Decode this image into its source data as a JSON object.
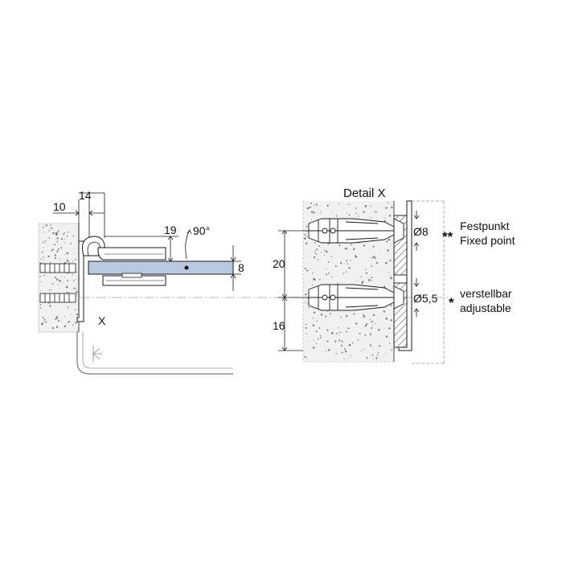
{
  "dimensions": {
    "d10": "10",
    "d14": "14",
    "d19": "19",
    "angle": "90°",
    "d8": "8",
    "d20": "20",
    "d16": "16"
  },
  "labels": {
    "x_marker": "X",
    "detail_title": "Detail X",
    "hole_large": "Ø8",
    "hole_small": "Ø5,5"
  },
  "legend": {
    "fixed": {
      "marker": "**",
      "line1": "Festpunkt",
      "line2": "Fixed point"
    },
    "adjustable": {
      "marker": "*",
      "line1": "verstellbar",
      "line2": "adjustable"
    }
  },
  "colors": {
    "glass": "#b9c9e0",
    "line": "#1a1a1a",
    "concrete": "#f1f1f1",
    "hatch": "#555555"
  }
}
